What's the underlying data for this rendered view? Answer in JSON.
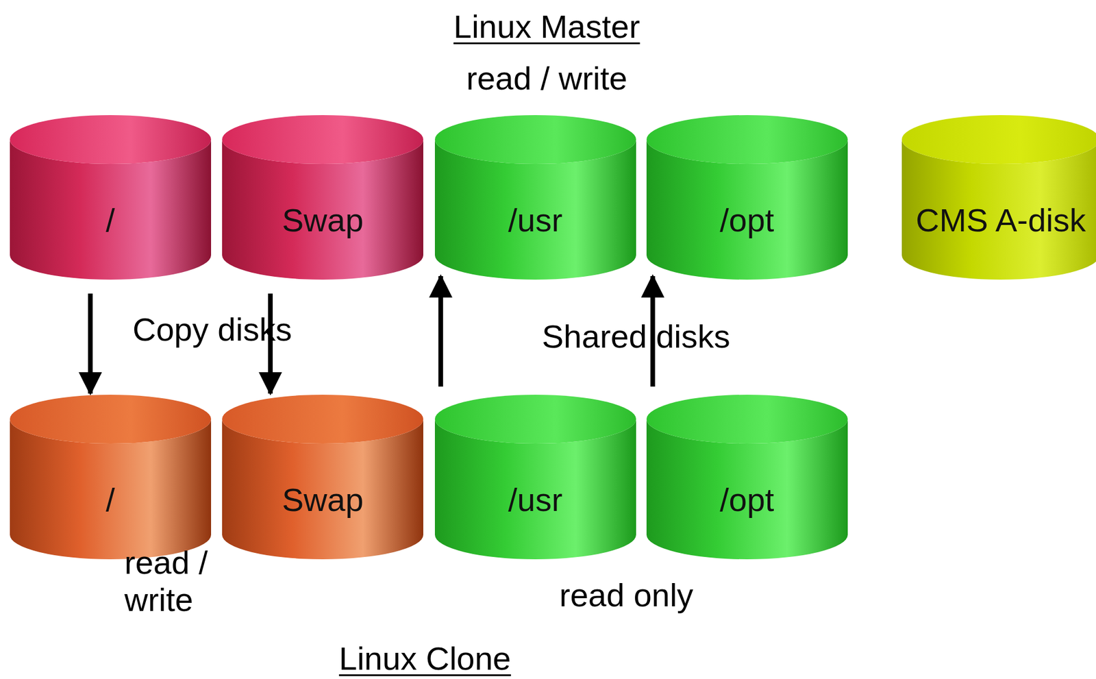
{
  "diagram": {
    "title": "Linux Master",
    "nodes": [
      {
        "text": [
          "/"
        ]
      },
      {
        "text": [
          "Swap"
        ]
      },
      {
        "text": [
          "/usr"
        ]
      },
      {
        "text": [
          "/opt"
        ]
      },
      {
        "text": [
          "CMS A-disk"
        ]
      },
      {
        "text": [
          "/"
        ]
      },
      {
        "text": [
          "Swap"
        ]
      },
      {
        "text": [
          "/usr"
        ]
      },
      {
        "text": [
          "/opt"
        ]
      }
    ],
    "edges": [
      {
        "from": 0,
        "to": 5,
        "arrow": "to"
      },
      {
        "from": 1,
        "to": 6,
        "arrow": "to"
      },
      {
        "from": 7,
        "to": 2,
        "arrow": "to"
      },
      {
        "from": 8,
        "to": 3,
        "arrow": "to"
      }
    ],
    "labels": [
      "read / write",
      "Copy disks",
      "Shared disks",
      "read / write",
      "read only",
      "Linux Clone"
    ]
  }
}
